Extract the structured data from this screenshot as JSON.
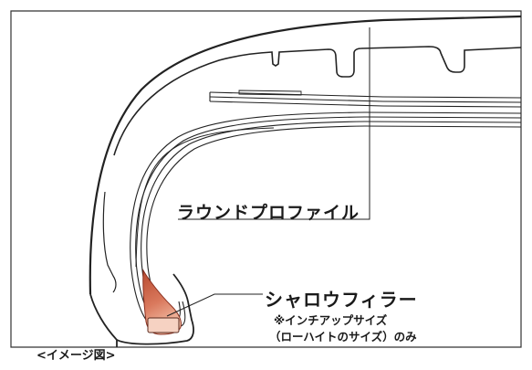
{
  "labels": {
    "round_profile": "ラウンドプロファイル",
    "shallow_filler": "シャロウフィラー",
    "note_line1": "※インチアップサイズ",
    "note_line2": "（ローハイトのサイズ）のみ",
    "caption": "<イメージ図>"
  },
  "colors": {
    "frame": "#333333",
    "outline": "#222222",
    "filler_dark": "#c2573a",
    "filler_light": "#f1b9a2"
  }
}
